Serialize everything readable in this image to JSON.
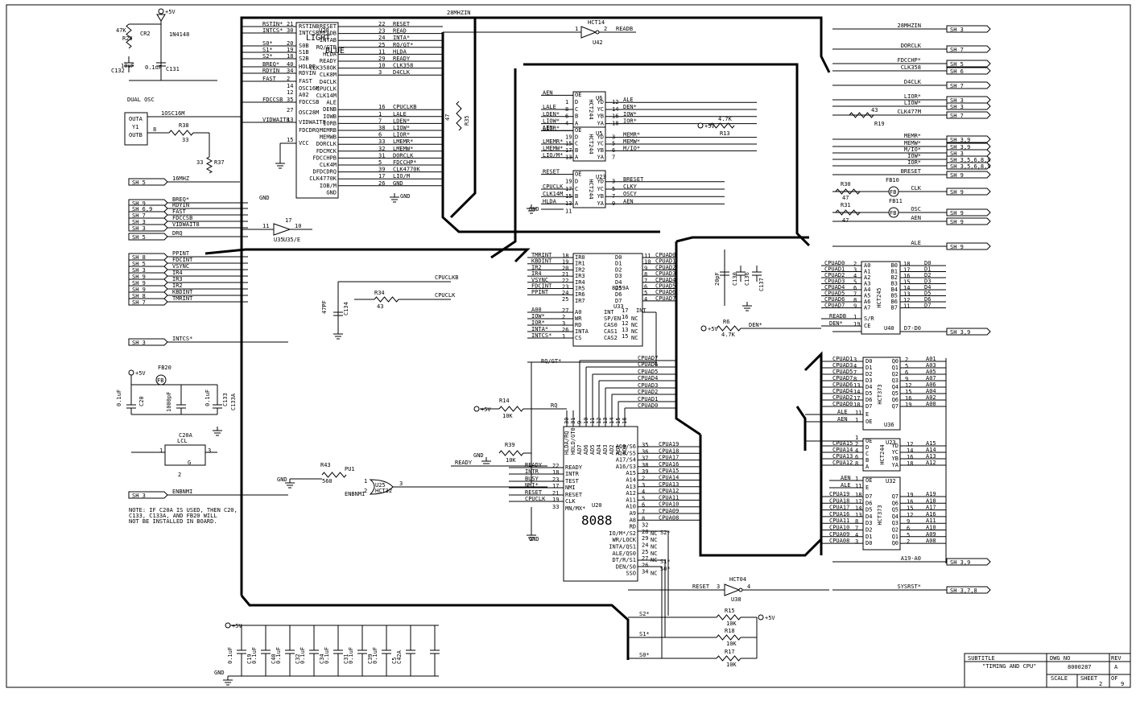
{
  "diagram": {
    "power_labels": [
      "+5V",
      "+5V",
      "+5V",
      "+5V",
      "+5V",
      "+5V",
      "+5V"
    ],
    "gnd_labels": [
      "GND",
      "GND",
      "GND",
      "GND",
      "GND"
    ],
    "u20_light_blue": {
      "designator": "U20",
      "label1": "LIGHT",
      "label2": "BLUE",
      "left_outer": [
        "RSTIN*",
        "INTCS*",
        "S0*",
        "S1*",
        "S2*",
        "BREQ*",
        "RDYIN",
        "FAST",
        "",
        "",
        "FDCCSB",
        "",
        "VIDWAIT8"
      ],
      "left_pins": [
        "21",
        "30",
        "20",
        "19",
        "18",
        "40",
        "34",
        "2",
        "14",
        "12",
        "35",
        "27",
        "13"
      ],
      "left_inner": [
        "RSTINB",
        "INTCSB",
        "S0B",
        "S1B",
        "S2B",
        "HOLDB",
        "RDYIN",
        "FAST",
        "OSC16M",
        "A02",
        "FDCCSB",
        "OSC28M",
        "VIDWAIT8",
        "FDCDRQ",
        "VCC"
      ],
      "vcc_pin": "15",
      "right_inner": [
        "RESET",
        "READB",
        "INTAB",
        "RQ/GTB",
        "HLDA",
        "READY",
        "CLK358OK",
        "CLK8M",
        "D4CLK",
        "CPUCLK",
        "CLK14M",
        "ALE",
        "DENB",
        "IOWB",
        "IORB",
        "MEMRB",
        "MEMWB",
        "DORCLK",
        "FDCMCK",
        "FDCCHPB",
        "CLK4M",
        "DFDCDRQ",
        "CLK4770K",
        "IOB/M",
        "GND"
      ],
      "right_pins": [
        "22",
        "23",
        "24",
        "25",
        "11",
        "29",
        "10",
        "3",
        "16",
        "1",
        "7",
        "38",
        "6",
        "33",
        "32",
        "31",
        "5",
        "39",
        "17",
        "26"
      ],
      "right_outer": [
        "RESET",
        "READ",
        "INTA*",
        "RQ/GT*",
        "HLDA",
        "READY",
        "CLK358",
        "D4CLK",
        "CPUCLKB",
        "LALE",
        "LDEN*",
        "LIOW*",
        "LIOR*",
        "LMEMR*",
        "LMEMW*",
        "DORCLK",
        "FDCCHP*",
        "CLK4770K",
        "LIO/M",
        "GND"
      ]
    },
    "net_top": "28MHZIN",
    "osc": {
      "label": "DUAL OSC",
      "pin1": "OUTA",
      "y": "Y1",
      "pin2": "OUTB",
      "net": "1OSC16M",
      "r": "R38",
      "rv": "33",
      "r37": "R37",
      "r37v": "33",
      "pin": "8",
      "sh": "SH 5",
      "sig": "16MHZ"
    },
    "top_left_passives": [
      "47K",
      "R29",
      "CR2",
      "1N4148",
      "C132",
      "10uF",
      "0.1uF",
      "C131"
    ],
    "u42": {
      "name": "HCT14",
      "des": "U42",
      "in": "1",
      "out": "2",
      "net": "READB"
    },
    "u6": {
      "name": "HCT244",
      "des": "U6",
      "pins_l": [
        "1",
        "8",
        "6",
        "4"
      ],
      "sig_l": [
        "OE",
        "D",
        "C",
        "B",
        "A"
      ],
      "sig_r": [
        "YD",
        "YC",
        "YB",
        "YA"
      ],
      "pins_r": [
        "12",
        "14",
        "16",
        "18"
      ],
      "in": [
        "AEN",
        "LALE",
        "LDEN*",
        "LIOW*",
        "LIOR*"
      ],
      "out": [
        "ALE",
        "DEN*",
        "IOW*",
        "IOR*"
      ]
    },
    "u5": {
      "name": "HCT244",
      "des": "U5",
      "pins_l": [
        "19",
        "15",
        "17",
        "13"
      ],
      "sig_l": [
        "OE",
        "D",
        "C",
        "B",
        "A"
      ],
      "sig_r": [
        "YD",
        "YC",
        "YB",
        "YA"
      ],
      "pins_r": [
        "3",
        "5",
        "6",
        "7"
      ],
      "in": [
        "AEN",
        "LMEMR*",
        "LMEMW*",
        "LIO/M*"
      ],
      "out": [
        "MEMR*",
        "MEMW*",
        "M/IO*"
      ]
    },
    "u23a": {
      "name": "HCT244",
      "des": "U23",
      "pins_l": [
        "19",
        "17",
        "15",
        "13",
        "11"
      ],
      "sig_l": [
        "OE",
        "D",
        "C",
        "B",
        "A"
      ],
      "sig_r": [
        "YD",
        "YC",
        "YB",
        "YA"
      ],
      "pins_r": [
        "3",
        "5",
        "7",
        "9"
      ],
      "in": [
        "RESET",
        "CPUCLK",
        "CLK14M",
        "HLDA"
      ],
      "out": [
        "BRESET",
        "CLKY",
        "OSCY",
        "AEN"
      ]
    },
    "right_signals": [
      {
        "label": "28MHZIN",
        "sh": "SH 3"
      },
      {
        "label": "DORCLK",
        "sh": "SH 7"
      },
      {
        "label": "FDCCHP*",
        "sh": "SH 5"
      },
      {
        "label": "CLK358",
        "sh": "SH 6"
      },
      {
        "label": "D4CLK",
        "sh": "SH 7"
      },
      {
        "label": "LIOR*",
        "sh": "SH 3"
      },
      {
        "label": "LIOW*",
        "sh": "SH 3"
      },
      {
        "label": "CLK477M",
        "sh": "SH 7"
      },
      {
        "label": "MEMR*",
        "sh": "SH 3,9"
      },
      {
        "label": "MEMW*",
        "sh": "SH 3,9"
      },
      {
        "label": "M/IO*",
        "sh": "SH 3"
      },
      {
        "label": "IOW*",
        "sh": "SH 3,5,6,8,9"
      },
      {
        "label": "IOR*",
        "sh": "SH 3,5,6,8,9"
      },
      {
        "label": "BRESET",
        "sh": "SH 9"
      },
      {
        "label": "CLK",
        "sh": "SH 9"
      },
      {
        "label": "OSC",
        "sh": "SH 9"
      },
      {
        "label": "AEN",
        "sh": "SH 9"
      },
      {
        "label": "ALE",
        "sh": "SH 9"
      },
      {
        "label": "D7-D0",
        "sh": "SH 3,9"
      },
      {
        "label": "A19-A0",
        "sh": "SH 3,9"
      },
      {
        "label": "SYSRST*",
        "sh": "SH 3,7,8"
      }
    ],
    "left_signals": [
      {
        "sh": "SH 9",
        "label": "BREQ*"
      },
      {
        "sh": "SH 6,9",
        "label": "RDYIN"
      },
      {
        "sh": "SH 7",
        "label": "FAST"
      },
      {
        "sh": "SH 3",
        "label": "FDCCSB"
      },
      {
        "sh": "SH 3",
        "label": "VIDWAIT8"
      },
      {
        "sh": "SH 5",
        "label": "DRQ"
      },
      {
        "sh": "SH 8",
        "label": "PPINT"
      },
      {
        "sh": "SH 5",
        "label": "FDCINT"
      },
      {
        "sh": "SH 3",
        "label": "VSYNC"
      },
      {
        "sh": "SH 9",
        "label": "IR4"
      },
      {
        "sh": "SH 9",
        "label": "IR3"
      },
      {
        "sh": "SH 9",
        "label": "IR2"
      },
      {
        "sh": "SH 8",
        "label": "KBDINT"
      },
      {
        "sh": "SH 7",
        "label": "TMRINT"
      },
      {
        "sh": "SH 3",
        "label": "INTCS*"
      },
      {
        "sh": "SH 3",
        "label": "ENBNMI"
      }
    ],
    "misc_labels": [
      "R19",
      "43",
      "R13",
      "4.7K",
      "R30",
      "47",
      "FB10",
      "FB11",
      "R31",
      "47",
      "R35",
      "47",
      "U35",
      "U35/E",
      "11",
      "10",
      "17",
      "GND"
    ],
    "u33": {
      "name": "8259A",
      "des": "U33",
      "in_l": [
        "TMRINT",
        "KBDINT",
        "IR2",
        "IR4",
        "VSYNC",
        "FDCINT",
        "PPINT"
      ],
      "pins_l": [
        "18",
        "19",
        "20",
        "21",
        "22",
        "23",
        "24",
        "25"
      ],
      "sig_l": [
        "IR0",
        "IR1",
        "IR2",
        "IR3",
        "IR4",
        "IR5",
        "IR6",
        "IR7"
      ],
      "sig_r": [
        "D0",
        "D1",
        "D2",
        "D3",
        "D4",
        "D5",
        "D6",
        "D7"
      ],
      "pins_r": [
        "11",
        "10",
        "9",
        "8",
        "7",
        "6",
        "5",
        "4"
      ],
      "out_r": [
        "CPUAD0",
        "CPUAD1",
        "CPUAD2",
        "CPUAD3",
        "CPUAD4",
        "CPUAD5",
        "CPUAD6",
        "CPUAD7"
      ],
      "ctl_in": [
        "A00",
        "IOW*",
        "IOR*",
        "INTA*",
        "INTCS*"
      ],
      "ctl_pins": [
        "27",
        "2",
        "3",
        "26",
        "1"
      ],
      "ctl_sig": [
        "A0",
        "WR",
        "RD",
        "INTA",
        "CS"
      ],
      "ctl_r": [
        "INT",
        "SP/EN",
        "CAS0",
        "CAS1",
        "CAS2"
      ],
      "ctl_rp": [
        "17",
        "16",
        "12",
        "13",
        "15"
      ],
      "nc": "NC",
      "int_out": "INT"
    },
    "c134": {
      "des": "C134",
      "val": "47PF",
      "r": "R34",
      "rv": "43",
      "n1": "CPUCLKB",
      "n2": "CPUCLK"
    },
    "fb20": {
      "name": "FB20",
      "fb": "FB",
      "caps": [
        "0.1uF",
        "C20",
        "1000pF",
        "0.1uF",
        "C133",
        "C133A"
      ],
      "c20a": "C20A",
      "lcl": "LCL",
      "p1": "1",
      "p3": "3",
      "p2": "2",
      "g": "G"
    },
    "u25": {
      "r": "R43",
      "rv": "560",
      "pu": "PU1",
      "des": "U25",
      "name": "HCT32",
      "p1": "1",
      "p2": "2",
      "p3": "3",
      "net": "ENBNMI"
    },
    "note": [
      "NOTE:  IF C20A IS USED, THEN C20,",
      "C133, C133A, AND FB20 WILL",
      "NOT BE INSTALLED IN BOARD."
    ],
    "u20_8088": {
      "big": "8088",
      "des": "U20",
      "left_pins": [
        "22",
        "18",
        "23",
        "17",
        "21",
        "19",
        "33"
      ],
      "left_sig": [
        "READY",
        "INTR",
        "TEST",
        "NMI",
        "RESET",
        "CLK",
        "MN/MX*"
      ],
      "left_in": [
        "READY",
        "INTR",
        "BUSY",
        "NMI*",
        "RESET",
        "CPUCLK"
      ],
      "hlda": [
        "HLDA/RQ",
        "HOLD/GT0",
        "AD7",
        "AD6",
        "AD5",
        "AD4",
        "AD3",
        "AD2",
        "AD1",
        "AD0"
      ],
      "top_pins": [
        "30",
        "31",
        "9",
        "10",
        "11",
        "12",
        "13",
        "14",
        "15",
        "16"
      ],
      "right_sig": [
        "A19/S6",
        "A18/S5",
        "A17/S4",
        "A16/S3",
        "A15",
        "A14",
        "A13",
        "A12",
        "A11",
        "A10",
        "A9",
        "A8",
        "RD",
        "IO/M*/S2",
        "WR/LOCK",
        "INTA/QS1",
        "ALE/QS0",
        "DT/R/S1",
        "DEN/S0",
        "SSO"
      ],
      "right_pins": [
        "35",
        "36",
        "37",
        "38",
        "39",
        "2",
        "3",
        "4",
        "5",
        "6",
        "7",
        "8",
        "32",
        "28",
        "29",
        "24",
        "25",
        "27",
        "26",
        "34"
      ],
      "right_out": [
        "CPUA19",
        "CPUA18",
        "CPUA17",
        "CPUA16",
        "CPUA15",
        "CPUA14",
        "CPUA13",
        "CPUA12",
        "CPUA11",
        "CPUA10",
        "CPUA09",
        "CPUA08"
      ],
      "nc": "NC",
      "s2": "S2*",
      "s1": "S1*",
      "s0": "S0*",
      "rq": "RQ",
      "r14": "R14",
      "r14v": "10K",
      "r39": "R39",
      "r39v": "10K",
      "rqgt": "RQ/GT*",
      "ad_nets": [
        "CPUAD7",
        "CPUAD6",
        "CPUAD5",
        "CPUAD4",
        "CPUAD3",
        "CPUAD2",
        "CPUAD1",
        "CPUAD0"
      ]
    },
    "u40": {
      "name": "HCT245",
      "des": "U40",
      "in": [
        "CPUAD0",
        "CPUAD1",
        "CPUAD2",
        "CPUAD3",
        "CPUAD4",
        "CPUAD5",
        "CPUAD6",
        "CPUAD7"
      ],
      "pins_l": [
        "2",
        "3",
        "4",
        "5",
        "6",
        "7",
        "8",
        "9"
      ],
      "sig_l": [
        "A0",
        "A1",
        "A2",
        "A3",
        "A4",
        "A5",
        "A6",
        "A7"
      ],
      "sig_r": [
        "B0",
        "B1",
        "B2",
        "B3",
        "B4",
        "B5",
        "B6",
        "B7"
      ],
      "pins_r": [
        "18",
        "17",
        "16",
        "15",
        "14",
        "13",
        "12",
        "11"
      ],
      "out": [
        "D0",
        "D1",
        "D2",
        "D3",
        "D4",
        "D5",
        "D6",
        "D7"
      ],
      "ctl": [
        "READB",
        "DEN*"
      ],
      "ctl_p": [
        "1",
        "19"
      ],
      "ctl_s": [
        "S/R",
        "CE"
      ],
      "r6": "R6",
      "r6v": "4.7K",
      "den": "DEN*",
      "c": [
        "20pF",
        "C130",
        "C136",
        "C137"
      ]
    },
    "u36": {
      "name": "HCT373",
      "des": "U36",
      "in": [
        "CPUAD1",
        "CPUAD3",
        "CPUAD5",
        "CPUAD7",
        "CPUAD6",
        "CPUAD4",
        "CPUAD2",
        "CPUAD0"
      ],
      "pins_l": [
        "3",
        "4",
        "7",
        "8",
        "13",
        "14",
        "17",
        "18"
      ],
      "sig_l": [
        "D0",
        "D1",
        "D2",
        "D3",
        "D4",
        "D5",
        "D6",
        "D7"
      ],
      "sig_r": [
        "Q0",
        "Q1",
        "Q2",
        "Q3",
        "Q4",
        "Q5",
        "Q6",
        "Q7"
      ],
      "pins_r": [
        "2",
        "5",
        "6",
        "9",
        "12",
        "15",
        "16",
        "19"
      ],
      "out": [
        "A01",
        "A03",
        "A05",
        "A07",
        "A06",
        "A04",
        "A02",
        "A00"
      ],
      "ctl": [
        "ALE",
        "AEN"
      ],
      "ctl_p": [
        "11",
        "1"
      ],
      "ctl_s": [
        "E",
        "OE"
      ]
    },
    "u23b": {
      "name": "HCT244",
      "des": "U23",
      "in": [
        "CPUA15",
        "CPUA14",
        "CPUA13",
        "CPUA12"
      ],
      "pins_l": [
        "2",
        "4",
        "6",
        "8"
      ],
      "sig_l": [
        "OE",
        "D",
        "C",
        "B",
        "A"
      ],
      "sig_r": [
        "YD",
        "YC",
        "YB",
        "YA"
      ],
      "pins_r": [
        "12",
        "14",
        "16",
        "18"
      ],
      "out": [
        "A15",
        "A14",
        "A13",
        "A12"
      ],
      "oe_p": "1"
    },
    "u32": {
      "name": "HCT373",
      "des": "U32",
      "in": [
        "CPUA19",
        "CPUA18",
        "CPUA17",
        "CPUA16",
        "CPUA11",
        "CPUA10",
        "CPUA09",
        "CPUA08"
      ],
      "pins_l": [
        "11",
        "18",
        "17",
        "14",
        "13",
        "8",
        "7",
        "4",
        "3"
      ],
      "sig_l": [
        "D7",
        "D6",
        "D5",
        "D4",
        "D3",
        "D2",
        "D1",
        "D0"
      ],
      "sig_r": [
        "Q7",
        "Q6",
        "Q5",
        "Q4",
        "Q3",
        "Q2",
        "Q1",
        "Q0"
      ],
      "pins_r": [
        "19",
        "16",
        "15",
        "12",
        "9",
        "6",
        "5",
        "2"
      ],
      "out": [
        "A19",
        "A18",
        "A17",
        "A16",
        "A11",
        "A10",
        "A09",
        "A08"
      ],
      "ctl": [
        "AEN",
        "ALE"
      ],
      "ctl_p": [
        "1",
        "11"
      ],
      "ctl_s": [
        "OE",
        "E"
      ]
    },
    "u38": {
      "name": "HCT04",
      "des": "U38",
      "in": "RESET",
      "p_in": "3",
      "p_out": "4"
    },
    "pullups": [
      {
        "net": "S2*",
        "r": "R15",
        "v": "10K"
      },
      {
        "net": "S1*",
        "r": "R18",
        "v": "10K"
      },
      {
        "net": "S0*",
        "r": "R17",
        "v": "10K"
      }
    ],
    "bypass_caps": [
      "0.1uF",
      "C19",
      "0.1uF",
      "C40",
      "0.1uF",
      "C32",
      "0.1uF",
      "C34",
      "0.1uF",
      "C31",
      "0.1uF",
      "C39",
      "0.1uF",
      "C5",
      "C42A"
    ],
    "title_block": {
      "subtitle_label": "SUBTITLE",
      "subtitle": "\"TIMING AND CPU\"",
      "dwg_label": "DWG NO",
      "dwg": "8000287",
      "rev_label": "REV",
      "rev": "A",
      "scale_label": "SCALE",
      "sheet_label": "SHEET",
      "of_label": "OF",
      "sheet": "2",
      "of": "9"
    }
  }
}
